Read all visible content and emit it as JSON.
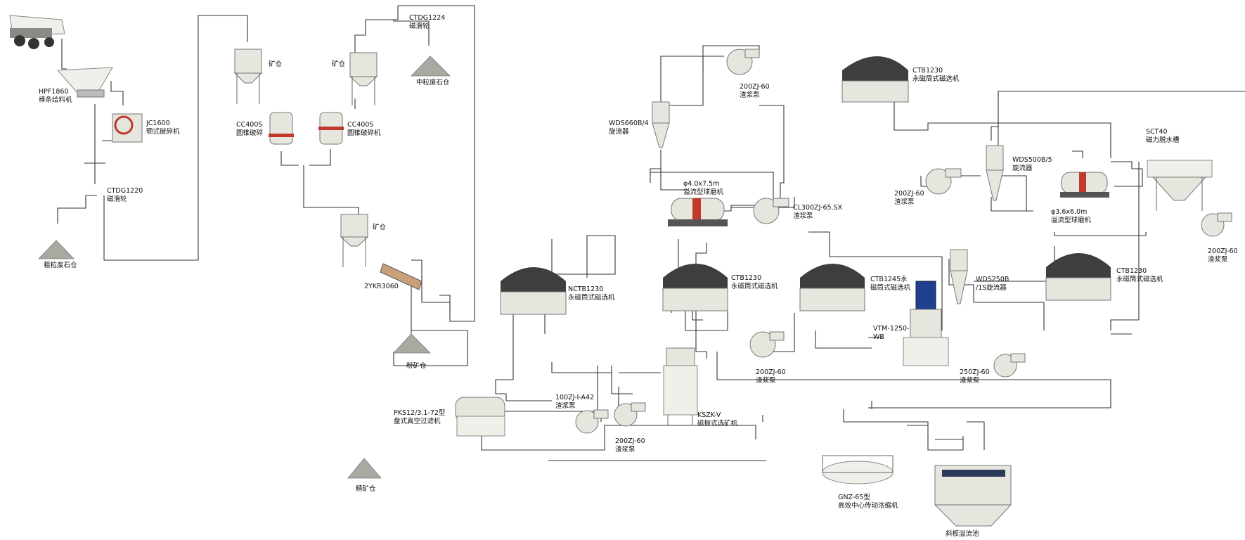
{
  "equipment": [
    {
      "id": "hpf",
      "name": "HPF1860",
      "desc": "棒条给料机"
    },
    {
      "id": "jc",
      "name": "JC1600",
      "desc": "颚式破碎机"
    },
    {
      "id": "ctdg1220",
      "name": "CTDG1220",
      "desc": "磁滑轮"
    },
    {
      "id": "coarse",
      "name": "",
      "desc": "粗粒废石仓"
    },
    {
      "id": "bin1",
      "name": "",
      "desc": "矿仓"
    },
    {
      "id": "bin2",
      "name": "",
      "desc": "矿仓"
    },
    {
      "id": "cc1",
      "name": "CC400S",
      "desc": "圆锥破碎"
    },
    {
      "id": "cc2",
      "name": "CC400S",
      "desc": "圆锥破碎机"
    },
    {
      "id": "ctdg1224",
      "name": "CTDG1224",
      "desc": "磁滑轮"
    },
    {
      "id": "mid",
      "name": "",
      "desc": "中粒废石仓"
    },
    {
      "id": "bin3",
      "name": "",
      "desc": "矿仓"
    },
    {
      "id": "screen",
      "name": "2YKR3060",
      "desc": ""
    },
    {
      "id": "fine",
      "name": "",
      "desc": "粉矿仓"
    },
    {
      "id": "pump1",
      "name": "200ZJ-60",
      "desc": "渣浆泵"
    },
    {
      "id": "cyc1",
      "name": "WDS660B/4",
      "desc": "旋流器"
    },
    {
      "id": "mill1",
      "name": "φ4.0x7.5m",
      "desc": "溢流型球磨机"
    },
    {
      "id": "pump2",
      "name": "CL300ZJ-65.SX",
      "desc": "渣浆泵"
    },
    {
      "id": "ctb1",
      "name": "CTB1230",
      "desc": "永磁筒式磁选机"
    },
    {
      "id": "pump3",
      "name": "200ZJ-60",
      "desc": "渣浆泵"
    },
    {
      "id": "cyc2",
      "name": "WDS500B/5",
      "desc": "旋流器"
    },
    {
      "id": "mill2",
      "name": "φ3.6x6.0m",
      "desc": "溢流型球磨机"
    },
    {
      "id": "sct",
      "name": "SCT40",
      "desc": "磁力脱水槽"
    },
    {
      "id": "pump4",
      "name": "200ZJ-60",
      "desc": "渣浆泵"
    },
    {
      "id": "nctb",
      "name": "NCTB1230",
      "desc": "永磁筒式磁选机"
    },
    {
      "id": "ctb2",
      "name": "CTB1230",
      "desc": "永磁筒式磁选机"
    },
    {
      "id": "ctb1245",
      "name": "CTB1245永",
      "desc": "磁筒式磁选机"
    },
    {
      "id": "cyc3",
      "name": "WDS250B",
      "desc": "/1S旋流器"
    },
    {
      "id": "vtm",
      "name": "VTM-1250-",
      "desc": "WB"
    },
    {
      "id": "ctb3",
      "name": "CTB1230",
      "desc": "永磁筒式磁选机"
    },
    {
      "id": "pks",
      "name": "PKS12/3.1-72型",
      "desc": "盘式真空过滤机"
    },
    {
      "id": "pump5",
      "name": "100ZJ-Ⅰ-A42",
      "desc": "渣浆泵"
    },
    {
      "id": "pump6",
      "name": "200ZJ-60",
      "desc": "渣浆泵"
    },
    {
      "id": "kszk",
      "name": "KSZK-V",
      "desc": "磁振式选矿机"
    },
    {
      "id": "pump7",
      "name": "200ZJ-60",
      "desc": "渣浆泵"
    },
    {
      "id": "pump8",
      "name": "250ZJ-60",
      "desc": "渣浆泵"
    },
    {
      "id": "conc",
      "name": "",
      "desc": "精矿仓"
    },
    {
      "id": "gnz",
      "name": "GNZ-65型",
      "desc": "高效中心传动浓缩机"
    },
    {
      "id": "tank",
      "name": "",
      "desc": "斜板溢流池"
    }
  ],
  "colors": {
    "line": "#333333",
    "equipment_body": "#e6e6df",
    "drum": "#3e3e3e",
    "motor": "#1f3f8f",
    "ring": "#c0392b"
  }
}
